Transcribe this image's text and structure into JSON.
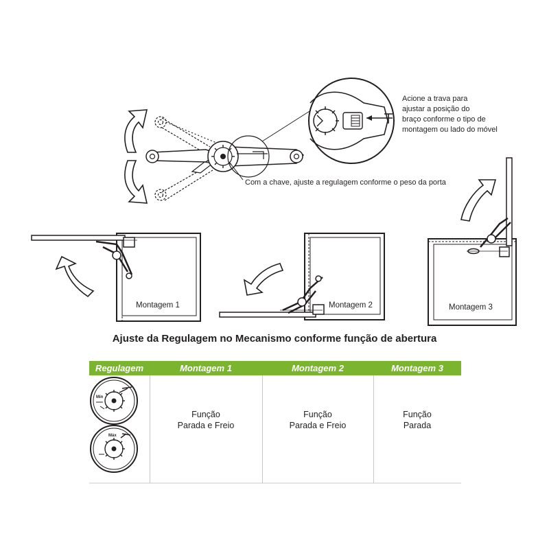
{
  "callouts": {
    "lock_note": [
      "Acione a trava para",
      "ajustar a posição do",
      "braço conforme o tipo de",
      "montagem ou lado do móvel"
    ],
    "key_note": "Com a chave, ajuste a regulagem conforme o peso da porta"
  },
  "mountings": [
    {
      "label": "Montagem 1"
    },
    {
      "label": "Montagem 2"
    },
    {
      "label": "Montagem 3"
    }
  ],
  "table": {
    "title": "Ajuste da Regulagem no Mecanismo conforme função de abertura",
    "headers": [
      "Regulagem",
      "Montagem 1",
      "Montagem 2",
      "Montagem 3"
    ],
    "cells": [
      {
        "line1": "Função",
        "line2": "Parada e Freio"
      },
      {
        "line1": "Função",
        "line2": "Parada e Freio"
      },
      {
        "line1": "Função",
        "line2": "Parada"
      }
    ],
    "dial_labels": {
      "min": "Mín",
      "max": "Máx"
    }
  },
  "colors": {
    "accent": "#7bb42f",
    "ink": "#231f20",
    "divider": "#c8c8c8"
  }
}
